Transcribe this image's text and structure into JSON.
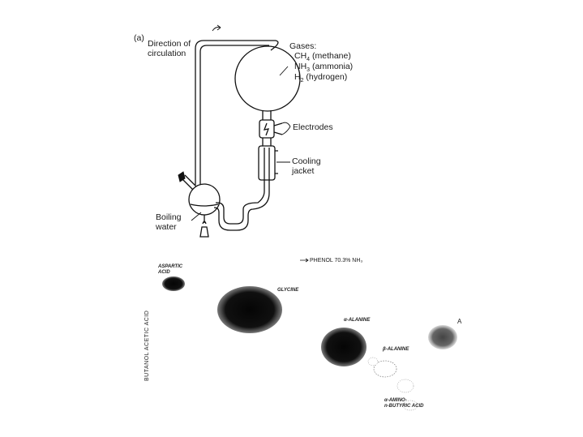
{
  "apparatus": {
    "panel_label": "(a)",
    "circulation_label_line1": "Direction of",
    "circulation_label_line2": "circulation",
    "gases_title": "Gases:",
    "gas_methane_formula": "CH",
    "gas_methane_sub": "4",
    "gas_methane_name": " (methane)",
    "gas_ammonia_formula": "NH",
    "gas_ammonia_sub": "3",
    "gas_ammonia_name": " (ammonia)",
    "gas_hydrogen_formula": "H",
    "gas_hydrogen_sub": "2",
    "gas_hydrogen_name": " (hydrogen)",
    "electrodes_label": "Electrodes",
    "cooling_label_line1": "Cooling",
    "cooling_label_line2": "jacket",
    "boiling_label_line1": "Boiling",
    "boiling_label_line2": "water"
  },
  "chromatogram": {
    "solvent_top": "PHENOL 70.3% NH₃",
    "solvent_side": "BUTANOL ACETIC ACID",
    "spot_aspartic_line1": "ASPARTIC",
    "spot_aspartic_line2": "ACID",
    "spot_glycine": "GLYCINE",
    "spot_alpha_alanine": "α-ALANINE",
    "spot_beta_alanine": "β-ALANINE",
    "spot_a": "A",
    "spot_aminobutyric_line1": "α-AMINO-",
    "spot_aminobutyric_line2": "n-BUTYRIC ACID",
    "colors": {
      "ink": "#111111",
      "spot": "#0b0b0b"
    }
  }
}
